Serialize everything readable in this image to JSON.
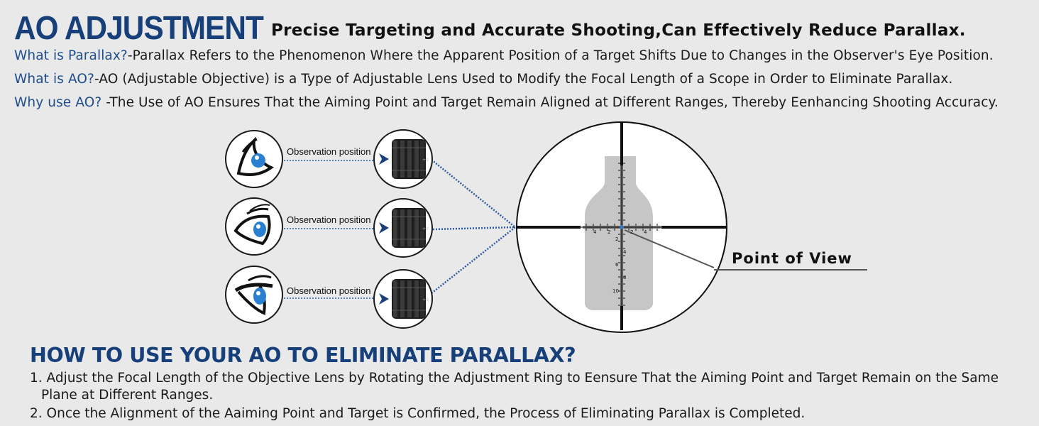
{
  "header": {
    "title": "AO ADJUSTMENT",
    "tagline": "Precise Targeting and Accurate Shooting,Can Effectively Reduce Parallax."
  },
  "qa": [
    {
      "question": "What is Parallax?",
      "answer": "-Parallax Refers to the Phenomenon Where the Apparent Position of a Target Shifts Due to Changes in the Observer's Eye Position."
    },
    {
      "question": "What is AO?",
      "answer": "-AO (Adjustable Objective) is a Type of Adjustable Lens Used to Modify the Focal Length of a Scope in Order to Eliminate Parallax."
    },
    {
      "question": "Why use AO? ",
      "answer": "-The Use of AO Ensures That the Aiming Point and Target Remain Aligned at Different Ranges, Thereby Eenhancing Shooting Accuracy."
    }
  ],
  "diagram": {
    "observation_label": "Observation position",
    "point_of_view_label": "Point of View",
    "reticle_ticks_horizontal": [
      "4",
      "2",
      "2",
      "4"
    ],
    "reticle_ticks_vertical": [
      "2",
      "4",
      "6",
      "8",
      "10"
    ],
    "colors": {
      "accent_blue": "#1b73c7",
      "dotted_line": "#2d5aa0",
      "title_blue": "#17407a",
      "target_gray": "#c6c6c6"
    }
  },
  "howto": {
    "heading": "HOW TO USE YOUR AO TO ELIMINATE PARALLAX?",
    "step1_line1": "1. Adjust the Focal Length of the Objective Lens by Rotating the Adjustment Ring to Eensure That the Aiming Point and Target Remain on the Same",
    "step1_line2": "Plane at Different Ranges.",
    "step2": "2. Once the Alignment of the Aaiming Point and Target is Confirmed, the Process of Eliminating Parallax is Completed."
  }
}
